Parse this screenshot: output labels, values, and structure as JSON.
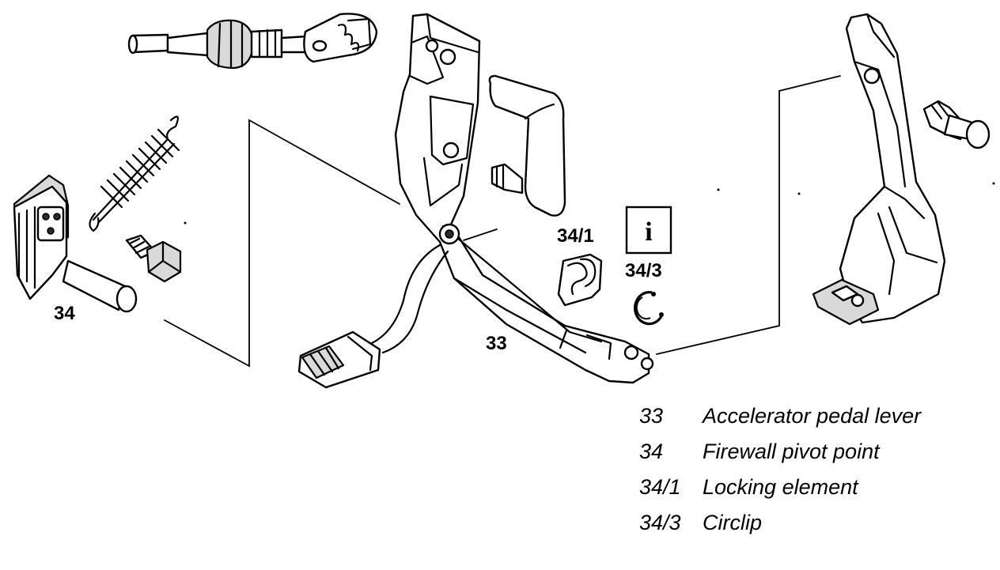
{
  "callouts": {
    "c33": "33",
    "c34": "34",
    "c34_1": "34/1",
    "c34_3": "34/3"
  },
  "info_icon": "i",
  "legend": [
    {
      "number": "33",
      "text": "Accelerator pedal lever"
    },
    {
      "number": "34",
      "text": "Firewall pivot point"
    },
    {
      "number": "34/1",
      "text": "Locking element"
    },
    {
      "number": "34/3",
      "text": "Circlip"
    }
  ]
}
